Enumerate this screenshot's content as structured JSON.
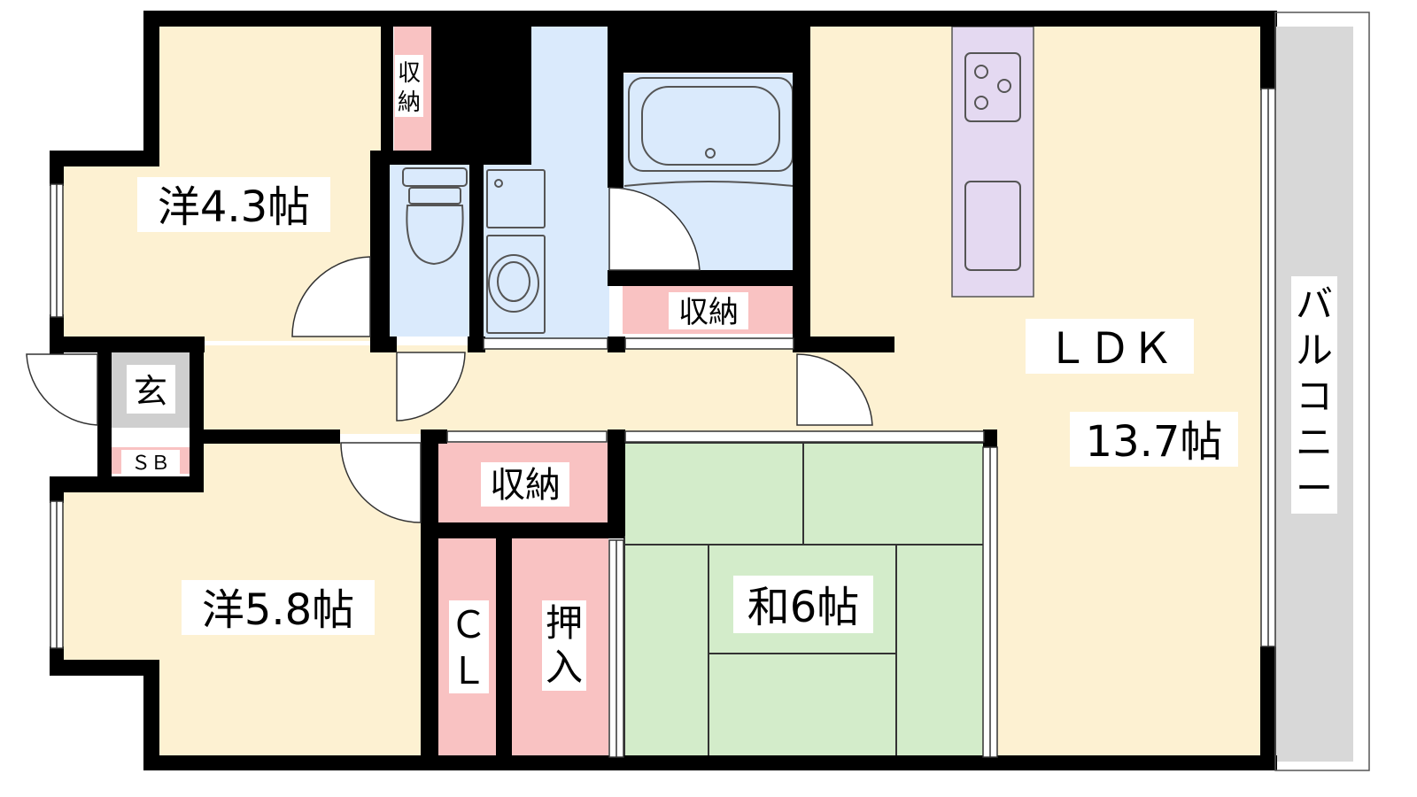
{
  "plan": {
    "rooms": {
      "western_room_1": "洋4.3帖",
      "western_room_2": "洋5.8帖",
      "japanese_room": "和6帖",
      "ldk_name": "ＬＤＫ",
      "ldk_size": "13.7帖",
      "entrance": "玄",
      "shoe_box": "ＳＢ",
      "balcony": [
        "バ",
        "ル",
        "コ",
        "ニ",
        "ー"
      ]
    },
    "storage": {
      "closet_room1": [
        "収",
        "納"
      ],
      "storage_bath": "収納",
      "storage_hall": "収納",
      "closet_cl": [
        "Ｃ",
        "Ｌ"
      ],
      "oshiire": [
        "押",
        "入"
      ]
    },
    "colors": {
      "western_floor": "#fdf1d2",
      "japanese_tatami": "#d3ecca",
      "wet_area": "#daeafc",
      "storage": "#f9c2c2",
      "kitchen": "#e4d9f1",
      "entrance": "#cfcfcf",
      "balcony": "#d8d8d8",
      "wall": "#000000"
    }
  }
}
